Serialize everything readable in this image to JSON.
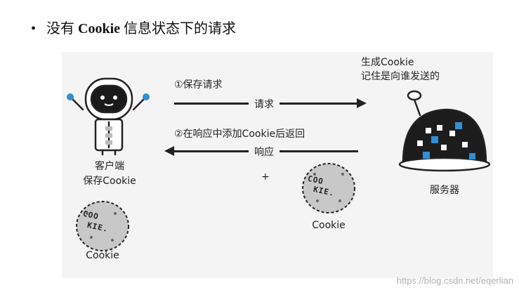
{
  "heading": {
    "bullet": "•",
    "prefix": "没有 ",
    "bold": "Cookie",
    "suffix": " 信息状态下的请求"
  },
  "arrows": {
    "step1": "①保存请求",
    "request": "请求",
    "step2": "②在响应中添加Cookie后返回",
    "response": "响应"
  },
  "client": {
    "line1": "客户端",
    "line2": "保存Cookie",
    "cookie_caption": "Cookie"
  },
  "server": {
    "note_line1": "生成Cookie",
    "note_line2": "记住是向谁发送的",
    "label": "服务器"
  },
  "middle": {
    "plus": "+",
    "cookie_caption": "Cookie"
  },
  "cookie_text": {
    "line1": "COO",
    "line2": "KIE."
  },
  "watermark": "https://blog.csdn.net/eqerlian"
}
